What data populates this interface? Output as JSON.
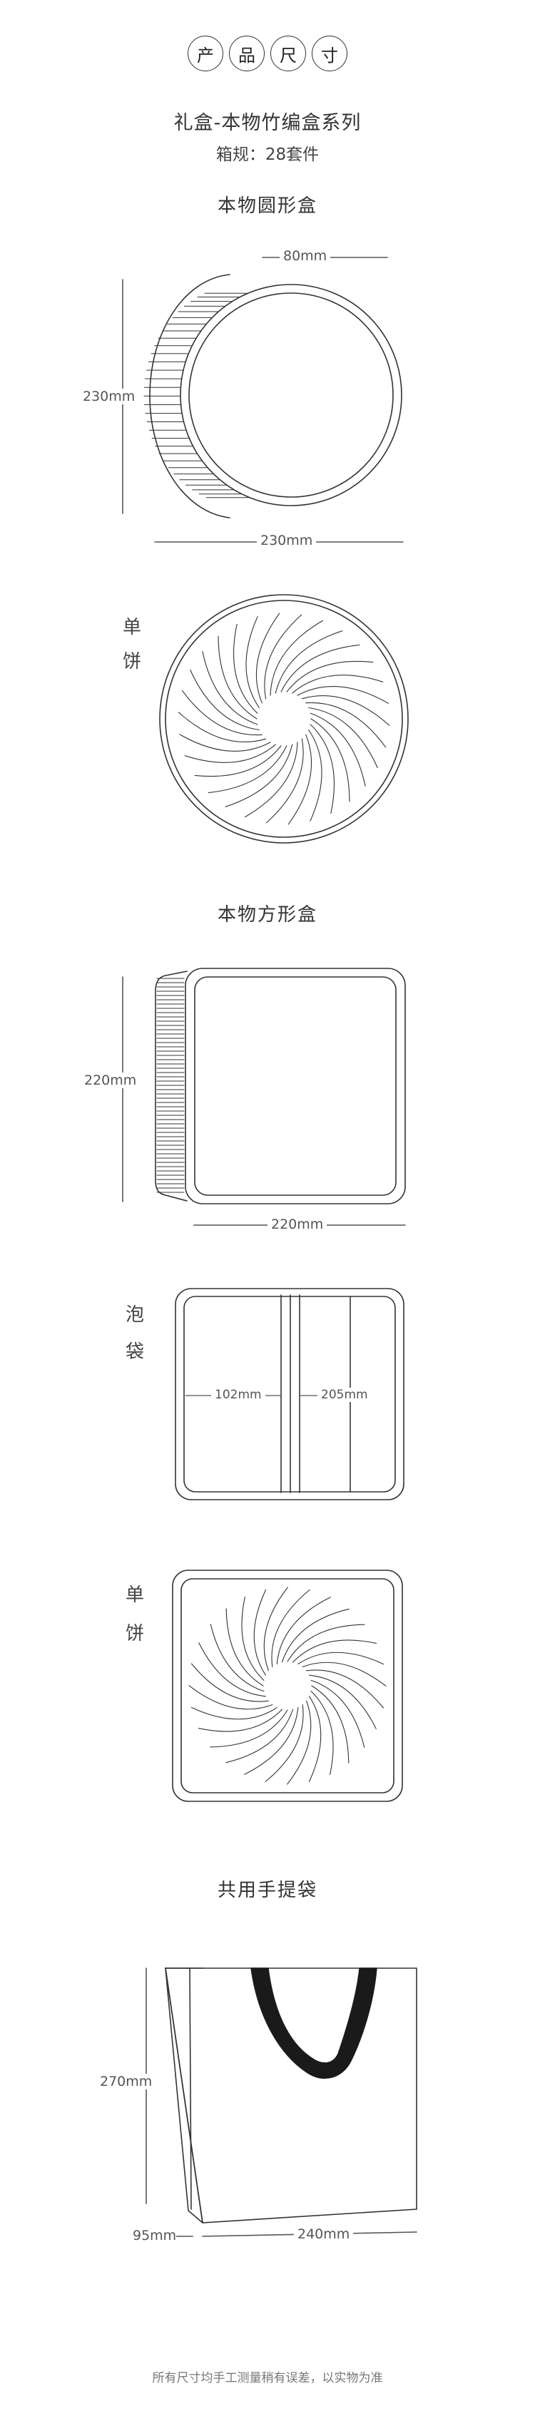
{
  "header": {
    "title_chars": [
      "产",
      "品",
      "尺",
      "寸"
    ],
    "series_title": "礼盒-本物竹编盒系列",
    "spec": "箱规：28套件"
  },
  "round_box": {
    "title": "本物圆形盒",
    "depth": "80mm",
    "height": "230mm",
    "width": "230mm",
    "single_label": "单\n饼"
  },
  "square_box": {
    "title": "本物方形盒",
    "height": "220mm",
    "width": "220mm",
    "bag_label": "泡\n袋",
    "inner_left": "102mm",
    "inner_right": "205mm",
    "single_label": "单\n饼"
  },
  "bag": {
    "title": "共用手提袋",
    "height": "270mm",
    "depth": "95mm",
    "width": "240mm"
  },
  "footer": {
    "note": "所有尺寸均手工测量稍有误差，以实物为准"
  },
  "icons": {
    "round_box": "round-bamboo-box-icon",
    "round_cake": "round-tea-cake-icon",
    "square_box": "square-bamboo-box-icon",
    "square_bag": "tea-bag-icon",
    "square_cake": "square-tea-cake-icon",
    "handbag": "shopping-bag-icon"
  }
}
